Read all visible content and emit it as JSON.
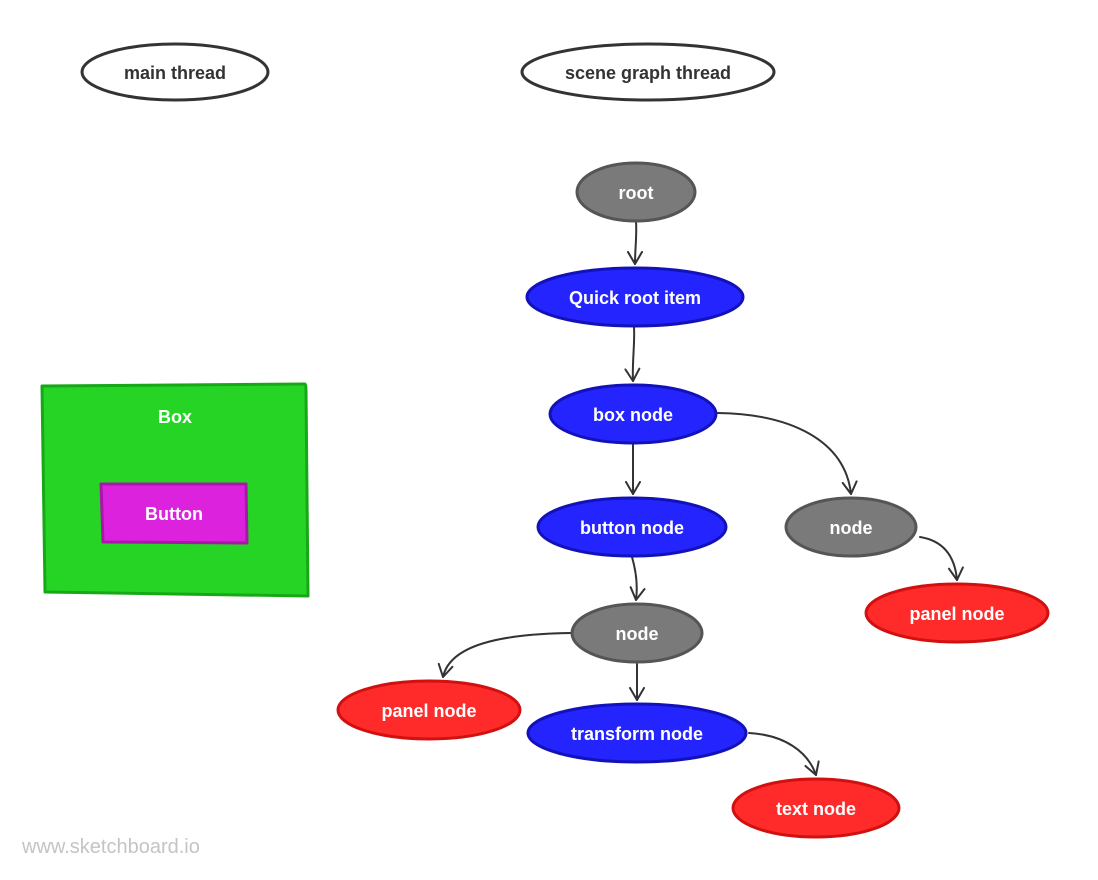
{
  "diagram": {
    "colors": {
      "outline_dark": "#333333",
      "gray_fill": "#7a7a7a",
      "gray_stroke": "#555555",
      "blue_fill": "#2424ff",
      "blue_stroke": "#1212b8",
      "red_fill": "#ff2a2a",
      "red_stroke": "#d11010",
      "green_fill": "#26d426",
      "green_stroke": "#16a816",
      "magenta_fill": "#dd22dd",
      "magenta_stroke": "#a818a8",
      "arrow": "#333333",
      "white_text": "#ffffff",
      "dark_text": "#333333"
    },
    "headers": {
      "main_thread": "main thread",
      "scene_graph_thread": "scene graph thread"
    },
    "main_thread": {
      "box_label": "Box",
      "button_label": "Button"
    },
    "nodes": {
      "root": "root",
      "quick_root_item": "Quick root item",
      "box_node": "box node",
      "button_node": "button node",
      "node_right": "node",
      "panel_node_right": "panel node",
      "node_center": "node",
      "panel_node_left": "panel node",
      "transform_node": "transform node",
      "text_node": "text node"
    }
  },
  "watermark": "www.sketchboard.io"
}
